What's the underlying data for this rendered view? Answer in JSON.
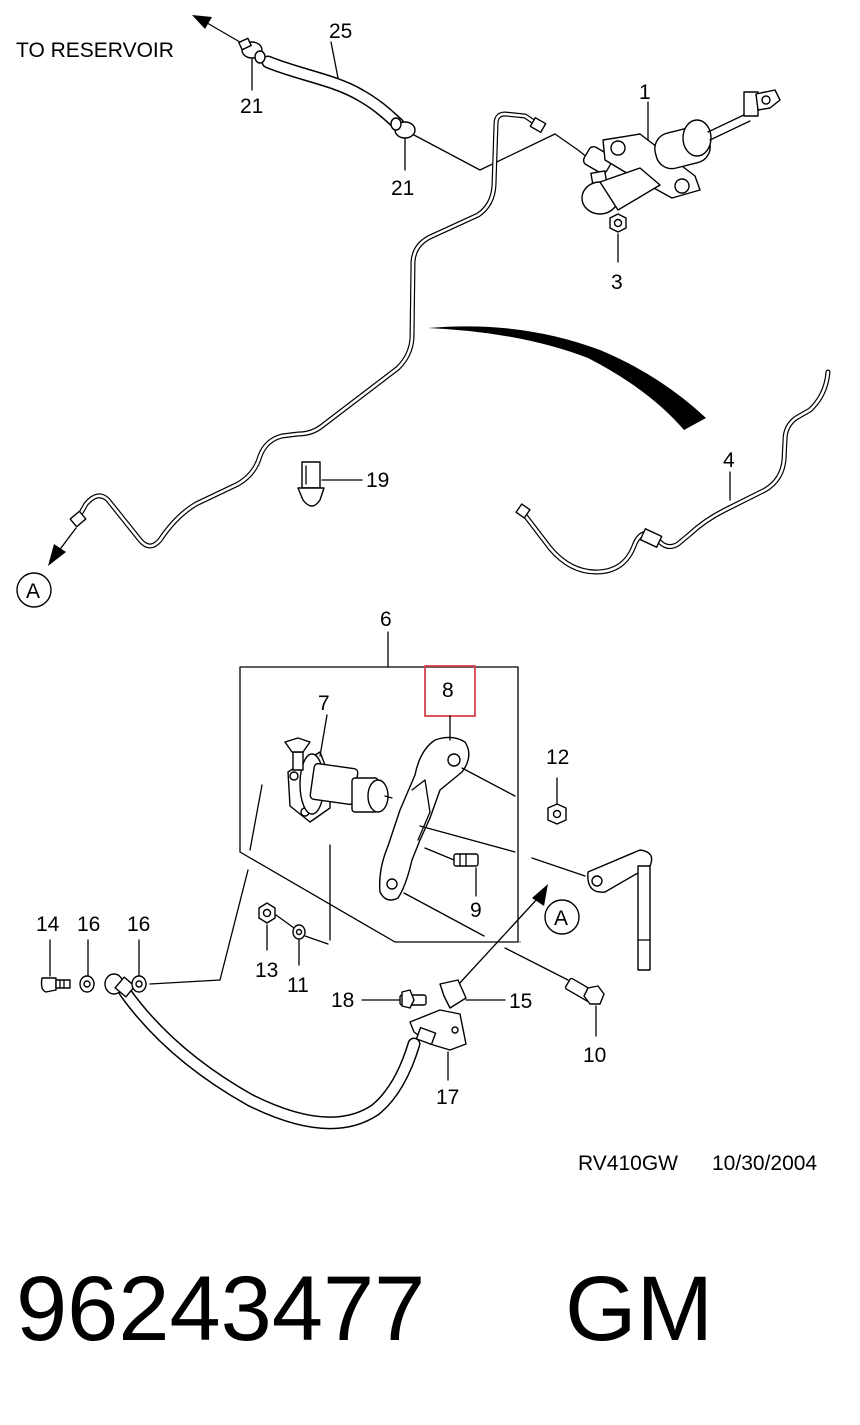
{
  "diagram": {
    "annotations": {
      "to_reservoir": "TO RESERVOIR",
      "drawing_ref": "RV410GW",
      "drawing_date": "10/30/2004"
    },
    "part_number": "96243477",
    "brand": "GM",
    "connector_label": "A",
    "callouts": {
      "c1": "1",
      "c3": "3",
      "c4": "4",
      "c6": "6",
      "c7": "7",
      "c8": "8",
      "c9": "9",
      "c10": "10",
      "c11": "11",
      "c12": "12",
      "c13": "13",
      "c14": "14",
      "c15": "15",
      "c16a": "16",
      "c16b": "16",
      "c17": "17",
      "c18": "18",
      "c19": "19",
      "c21a": "21",
      "c21b": "21",
      "c25": "25"
    },
    "highlight_color": "#d9414e"
  }
}
